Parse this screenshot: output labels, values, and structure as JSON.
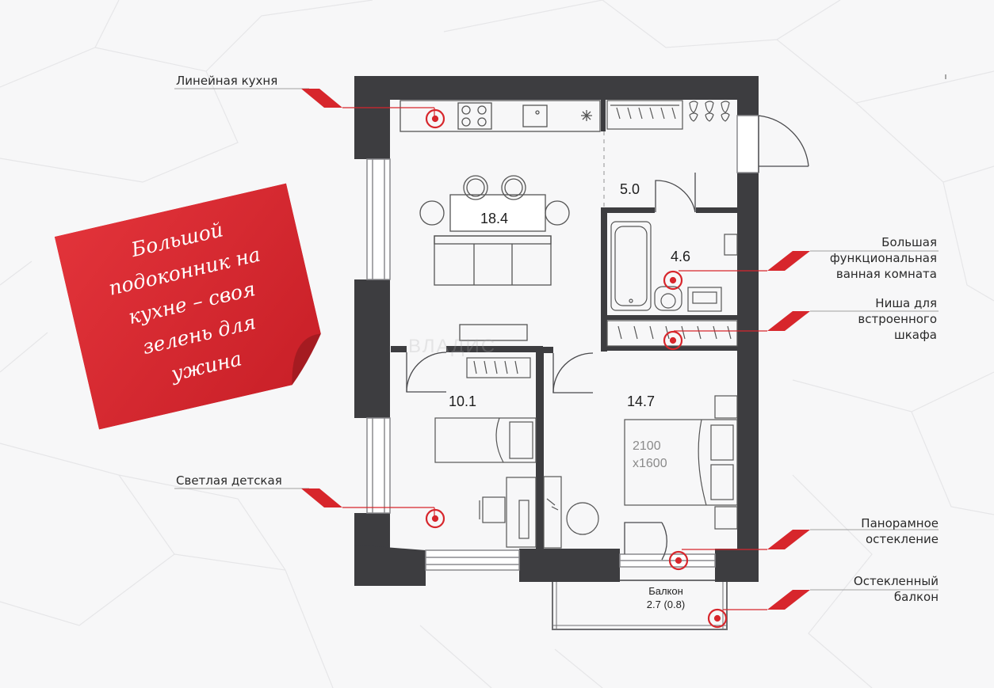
{
  "callouts": {
    "kitchen": "Линейная кухня",
    "kids": "Светлая детская",
    "bathroom": [
      "Большая",
      "функциональная",
      "ванная комната"
    ],
    "niche": [
      "Ниша для",
      "встроенного",
      "шкафа"
    ],
    "panoramic": [
      "Панорамное",
      "остекление"
    ],
    "glazed_balcony": [
      "Остекленный",
      "балкон"
    ]
  },
  "note": {
    "lines": [
      "Большой",
      "подоконник на",
      "кухне – своя",
      "зелень для",
      "ужина"
    ]
  },
  "rooms": {
    "living": "18.4",
    "hall": "5.0",
    "bath": "4.6",
    "kids_room": "10.1",
    "bedroom": "14.7"
  },
  "bed_size": [
    "2100",
    "x1600"
  ],
  "balcony": {
    "name": "Балкон",
    "area": "2.7 (0.8)"
  },
  "watermark": "ВЛАДИС",
  "colors": {
    "accent": "#d7262c",
    "wall": "#3d3d40",
    "background": "#f7f7f8"
  }
}
